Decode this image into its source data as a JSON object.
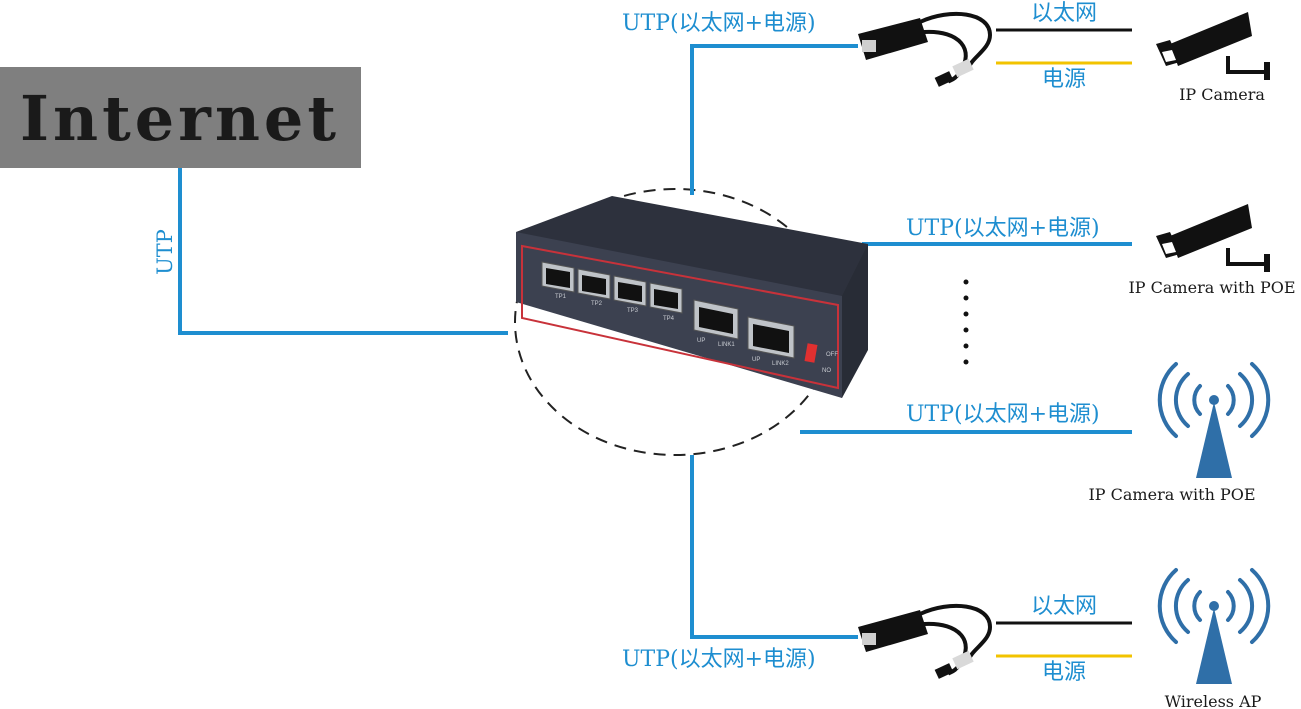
{
  "internet": {
    "label": "Internet"
  },
  "uplink": {
    "label": "UTP"
  },
  "links": {
    "top": "UTP(以太网+电源)",
    "camera_poe": "UTP(以太网+电源)",
    "ap_poe": "UTP(以太网+电源)",
    "bottom": "UTP(以太网+电源)"
  },
  "splitter_top": {
    "ethernet": "以太网",
    "power": "电源"
  },
  "splitter_bottom": {
    "ethernet": "以太网",
    "power": "电源"
  },
  "devices": {
    "ip_camera": "IP Camera",
    "ip_camera_poe": "IP Camera with POE",
    "ap_poe": "IP Camera with POE",
    "wireless_ap": "Wireless AP"
  },
  "switch": {
    "port_labels": [
      "TP1",
      "TP2",
      "TP3",
      "TP4",
      "UP",
      "LINK1",
      "UP",
      "LINK2"
    ],
    "switch_labels": {
      "off": "OFF",
      "on": "NO"
    }
  },
  "colors": {
    "cable_utp": "#1e8ed0",
    "ethernet_line": "#111111",
    "power_line": "#f2c300",
    "internet_box": "#7f7f7f",
    "device_icon": "#111111",
    "ap_icon": "#2f6fa8",
    "switch_body": "#3c4150",
    "switch_trim": "#c8323a"
  },
  "icons": [
    "internet-box",
    "poe-splitter-icon",
    "camera-icon",
    "wireless-ap-icon",
    "poe-switch-icon"
  ]
}
